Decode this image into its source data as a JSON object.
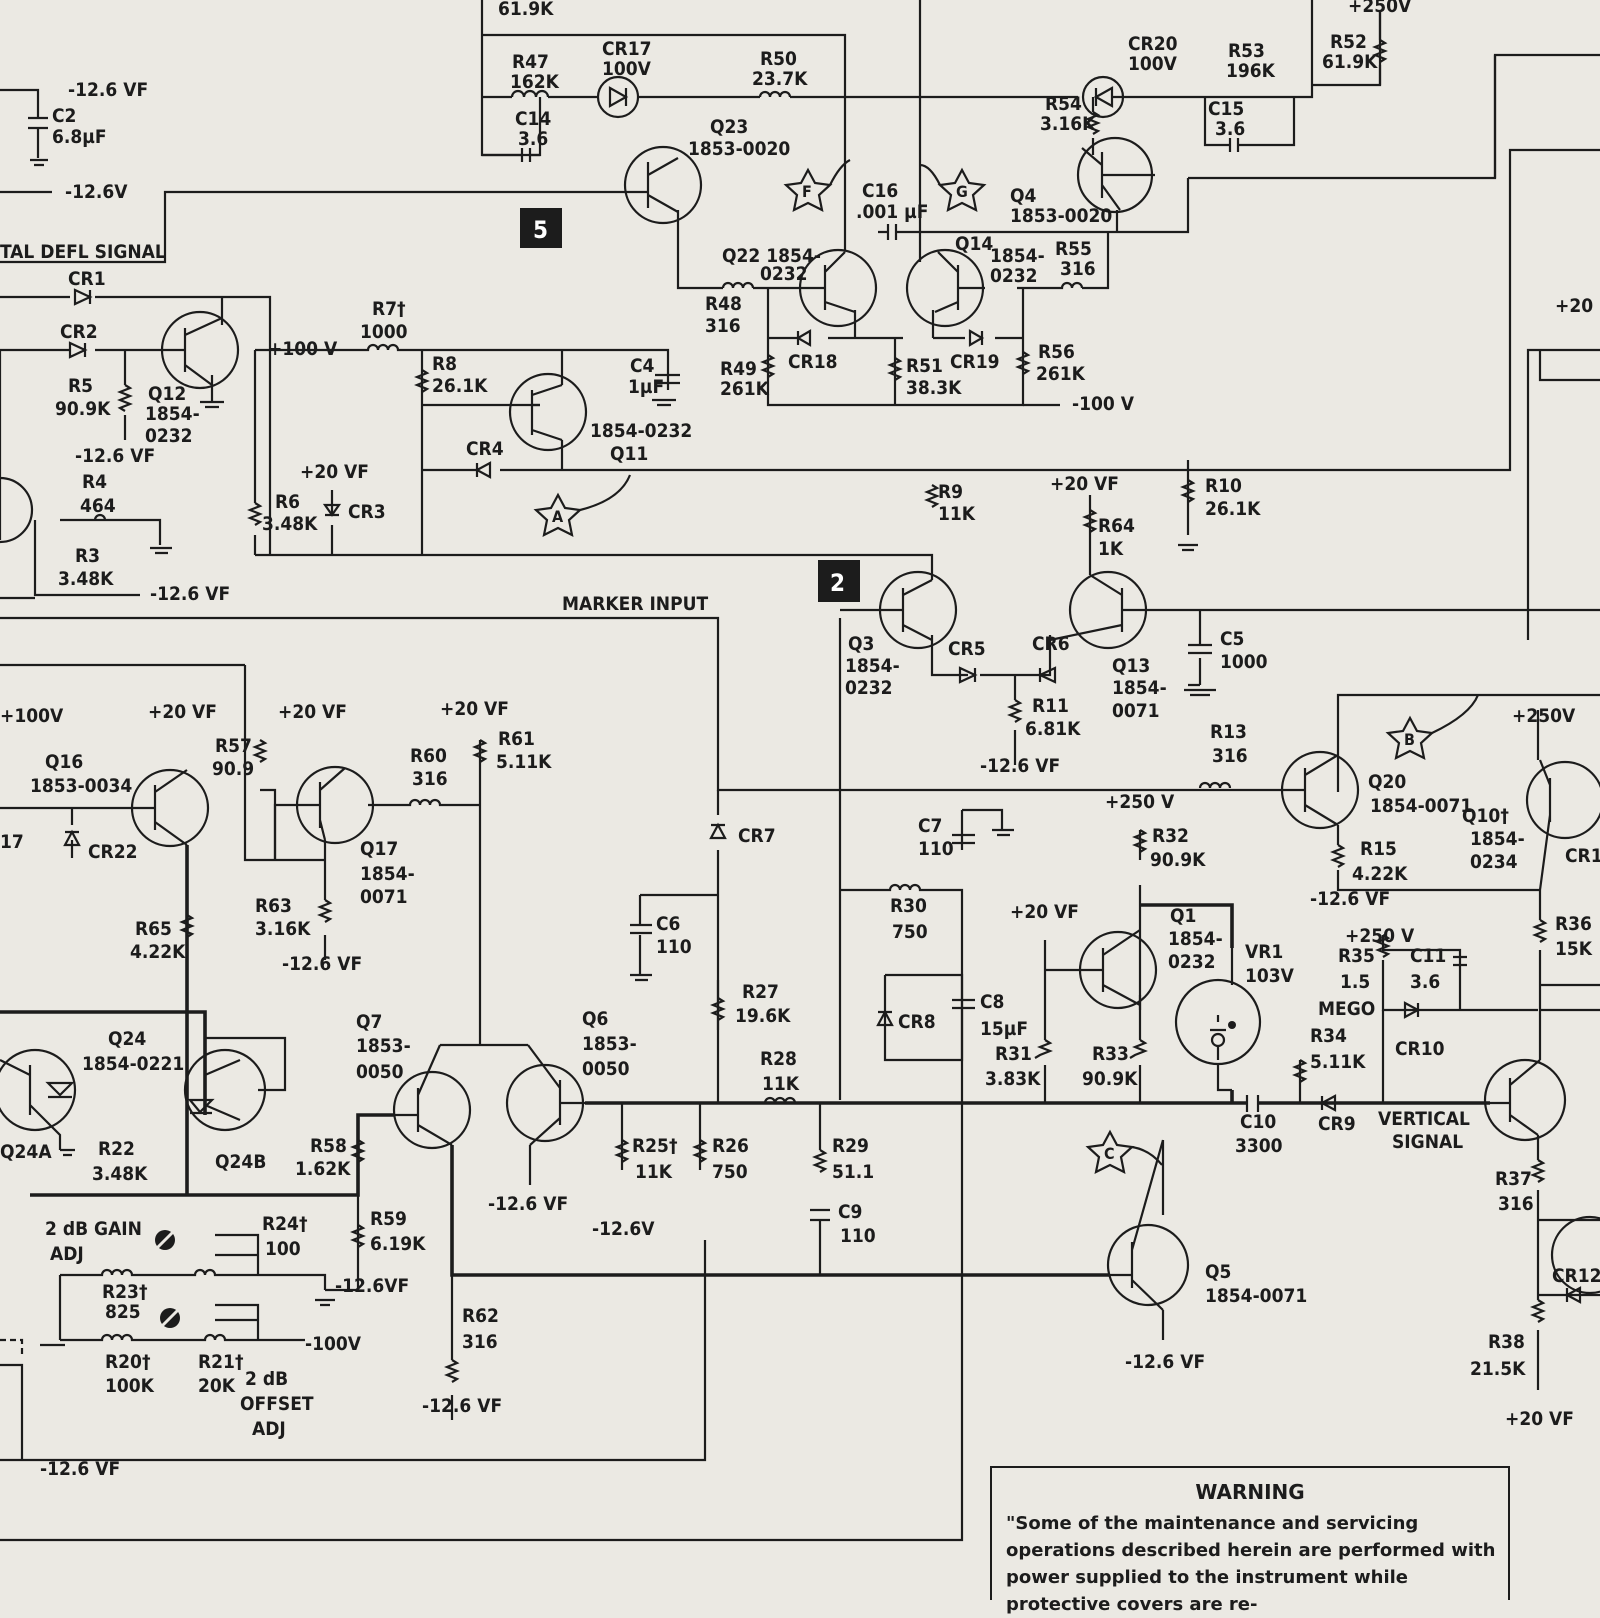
{
  "labels": {
    "r46": "61.9K",
    "r47": "R47",
    "r47v": "162K",
    "cr17": "CR17",
    "cr17v": "100V",
    "r50": "R50",
    "r50v": "23.7K",
    "c14": "C14",
    "c14v": "3.6",
    "q23": "Q23",
    "q23p": "1853-0020",
    "cr20": "CR20",
    "cr20v": "100V",
    "r53": "R53",
    "r53v": "196K",
    "r52": "R52",
    "r52v": "61.9K",
    "p250top": "+250V",
    "r54": "R54",
    "r54v": "3.16K",
    "c15": "C15",
    "c15v": "3.6",
    "q4": "Q4",
    "q4p": "1853-0020",
    "c16": "C16",
    "c16v": ".001 µF",
    "q22": "Q22 1854-",
    "q22p": "0232",
    "q14": "Q14",
    "q14p1": "1854-",
    "q14p2": "0232",
    "r55": "R55",
    "r55v": "316",
    "r48": "R48",
    "r48v": "316",
    "r49": "R49",
    "r49v": "261K",
    "cr18": "CR18",
    "r51": "R51",
    "r51v": "38.3K",
    "cr19": "CR19",
    "r56": "R56",
    "r56v": "261K",
    "m100a": "-100 V",
    "v126a": "-12.6 VF",
    "c2": "C2",
    "c2v": "6.8µF",
    "v126b": "-12.6V",
    "defl": "TAL DEFL SIGNAL",
    "cr1": "CR1",
    "cr2": "CR2",
    "r5": "R5",
    "r5v": "90.9K",
    "q12": "Q12",
    "q12p1": "1854-",
    "q12p2": "0232",
    "v126c": "-12.6 VF",
    "r4": "R4",
    "r4v": "464",
    "r3": "R3",
    "r3v": "3.48K",
    "v126d": "-12.6 VF",
    "p100a": "+100 V",
    "r7": "R7†",
    "r7v": "1000",
    "r8": "R8",
    "r8v": "26.1K",
    "c4": "C4",
    "c4v": "1µF",
    "q11p": "1854-0232",
    "q11": "Q11",
    "cr4": "CR4",
    "p20a": "+20 VF",
    "r6": "R6",
    "r6v": "3.48K",
    "cr3": "CR3",
    "r9": "R9",
    "r9v": "11K",
    "p20b": "+20 VF",
    "r64": "R64",
    "r64v": "1K",
    "r10": "R10",
    "r10v": "26.1K",
    "p20edge": "+20",
    "marker": "MARKER INPUT",
    "q3": "Q3",
    "q3p1": "1854-",
    "q3p2": "0232",
    "cr5": "CR5",
    "cr6": "CR6",
    "q13": "Q13",
    "q13p1": "1854-",
    "q13p2": "0071",
    "c5": "C5",
    "c5v": "1000",
    "r11": "R11",
    "r11v": "6.81K",
    "v126e": "-12.6 VF",
    "p100b": "+100V",
    "p20c": "+20 VF",
    "p20d": "+20 VF",
    "p20e": "+20 VF",
    "q16": "Q16",
    "q16p": "1853-0034",
    "r57": "R57",
    "r57v": "90.9",
    "r60": "R60",
    "r60v": "316",
    "r61": "R61",
    "r61v": "5.11K",
    "r13": "R13",
    "r13v": "316",
    "p250b": "+250V",
    "q20": "Q20",
    "q20p": "1854-0071",
    "q10": "Q10†",
    "q10p1": "1854-",
    "q10p2": "0234",
    "cr22": "CR22",
    "q17": "Q17",
    "q17p1": "1854-",
    "q17p2": "0071",
    "cr7": "CR7",
    "c7": "C7",
    "c7v": "110",
    "p250c": "+250 V",
    "r32": "R32",
    "r32v": "90.9K",
    "r15": "R15",
    "r15v": "4.22K",
    "v126f": "-12.6 VF",
    "cr1x": "CR1",
    "r63": "R63",
    "r63v": "3.16K",
    "v126g": "-12.6 VF",
    "r65": "R65",
    "r65v": "4.22K",
    "c6": "C6",
    "c6v": "110",
    "r30": "R30",
    "r30v": "750",
    "p20f": "+20 VF",
    "q1": "Q1",
    "q1p1": "1854-",
    "q1p2": "0232",
    "vr1": "VR1",
    "vr1v": "103V",
    "p250d": "+250 V",
    "r35": "R35",
    "r35v": "1.5",
    "mego": "MEGO",
    "c11": "C11",
    "c11v": "3.6",
    "r36": "R36",
    "r36v": "15K",
    "r27": "R27",
    "r27v": "19.6K",
    "cr8": "CR8",
    "c8": "C8",
    "c8v": "15µF",
    "r31": "R31",
    "r31v": "3.83K",
    "r33": "R33",
    "r33v": "90.9K",
    "r34": "R34",
    "r34v": "5.11K",
    "cr10": "CR10",
    "q7": "Q7",
    "q7p1": "1853-",
    "q7p2": "0050",
    "q6": "Q6",
    "q6p1": "1853-",
    "q6p2": "0050",
    "q24": "Q24",
    "q24p": "1854-0221",
    "r28": "R28",
    "r28v": "11K",
    "c10": "C10",
    "c10v": "3300",
    "cr9": "CR9",
    "vsig1": "VERTICAL",
    "vsig2": "SIGNAL",
    "q24a": "Q24A",
    "r22": "R22",
    "r22v": "3.48K",
    "q24b": "Q24B",
    "r58": "R58",
    "r58v": "1.62K",
    "r25": "R25†",
    "r25v": "11K",
    "r26": "R26",
    "r26v": "750",
    "r29": "R29",
    "r29v": "51.1",
    "v126h": "-12.6 VF",
    "r37": "R37",
    "r37v": "316",
    "v126i": "-12.6V",
    "r59": "R59",
    "r59v": "6.19K",
    "c9": "C9",
    "c9v": "110",
    "gain1": "2 dB GAIN",
    "gain2": "ADJ",
    "r24": "R24†",
    "r24v": "100",
    "r23": "R23†",
    "r23v": "825",
    "v126j": "-12.6VF",
    "r62": "R62",
    "r62v": "316",
    "q5": "Q5",
    "q5p": "1854-0071",
    "cr12": "CR12",
    "m100b": "-100V",
    "r20": "R20†",
    "r20v": "100K",
    "r21": "R21†",
    "r21v": "20K",
    "off1": "2 dB",
    "off2": "OFFSET",
    "off3": "ADJ",
    "v126k": "-12.6 VF",
    "r38": "R38",
    "r38v": "21.5K",
    "p20g": "+20 VF",
    "v126l": "-12.6 VF",
    "v126m": "-12.6 VF",
    "t17": "17"
  },
  "boxes": {
    "b5": "5",
    "b2": "2"
  },
  "stars": {
    "F": "F",
    "G": "G",
    "A": "A",
    "B": "B",
    "C": "C"
  },
  "warning": {
    "title": "WARNING",
    "body": "\"Some of the maintenance and servicing operations described herein are performed with power supplied to the instrument while protective covers are re-"
  }
}
